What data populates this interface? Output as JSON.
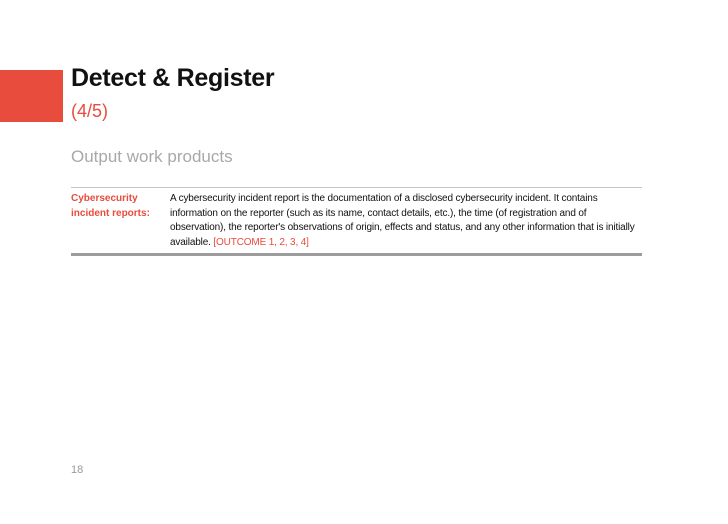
{
  "slide": {
    "title": "Detect & Register",
    "subtitle": "(4/5)",
    "section_heading": "Output work products",
    "page_number": "18"
  },
  "work_products": [
    {
      "label": "Cybersecurity incident reports:",
      "description": "A cybersecurity incident report is the documentation of a disclosed cybersecurity incident. It contains information on the reporter (such as its name, contact details, etc.), the time (of registration and of observation), the reporter's observations of origin, effects and status, and any other information that is initially available.",
      "reference": "[OUTCOME 1, 2, 3, 4]"
    }
  ],
  "colors": {
    "accent": "#e84c3d",
    "heading_grey": "#a8a8a8",
    "rule": "#9c9c9c"
  }
}
